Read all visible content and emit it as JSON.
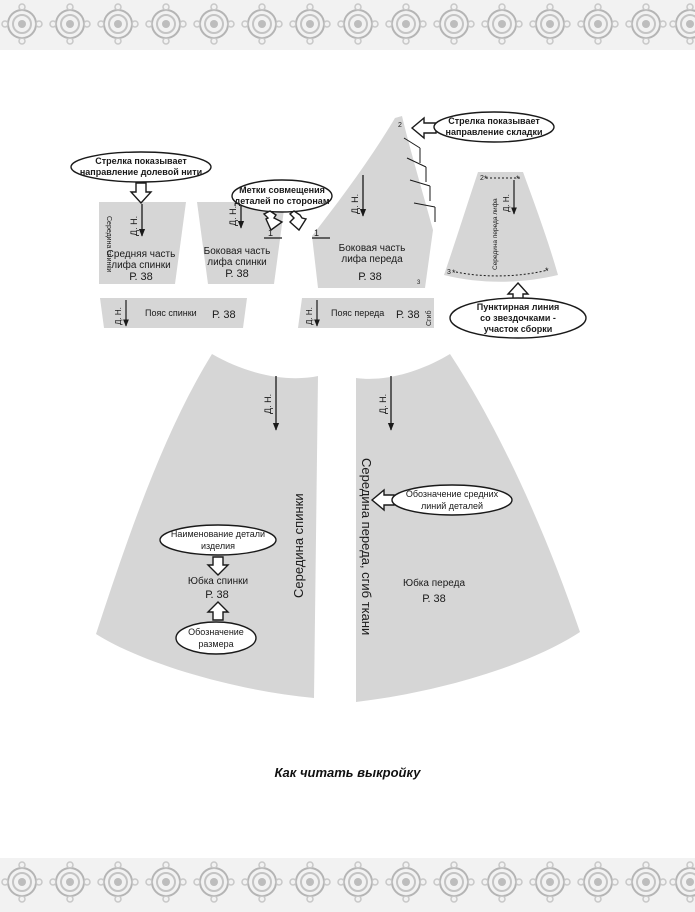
{
  "pieces": {
    "back_center": {
      "side_label": "Середина спинки",
      "grain": "Д. Н.",
      "name_line1": "Средняя часть",
      "name_line2": "лифа спинки",
      "size": "Р. 38"
    },
    "back_side": {
      "grain": "Д. Н.",
      "notch": "1",
      "name_line1": "Боковая часть",
      "name_line2": "лифа спинки",
      "size": "Р. 38"
    },
    "front_side": {
      "notch": "1",
      "grain": "Д. Н.",
      "name_line1": "Боковая часть",
      "name_line2": "лифа переда",
      "size": "Р. 38",
      "mark2": "2",
      "mark3": "3"
    },
    "front_center": {
      "mark2": "2",
      "grain": "Д. Н.",
      "side_label": "Середина переда лифа",
      "mark3": "3"
    },
    "waist_back": {
      "grain": "Д. Н.",
      "name": "Пояс спинки",
      "size": "Р. 38"
    },
    "waist_front": {
      "grain": "Д. Н.",
      "name": "Пояс переда",
      "size": "Р. 38",
      "fold": "Сгиб"
    },
    "skirt_back": {
      "grain": "Д. Н.",
      "side_label": "Середина спинки",
      "name": "Юбка спинки",
      "size": "Р. 38"
    },
    "skirt_front": {
      "grain": "Д. Н.",
      "side_label": "Середина переда, сгиб ткани",
      "name": "Юбка переда",
      "size": "Р. 38"
    }
  },
  "annotations": {
    "pleat": {
      "line1": "Стрелка показывает",
      "line2": "направление складки"
    },
    "grain": {
      "line1": "Стрелка показывает",
      "line2": "направление долевой нити"
    },
    "notches": {
      "line1": "Метки совмещения",
      "line2": "деталей по сторонам"
    },
    "gather": {
      "line1": "Пунктирная линия",
      "line2": "со звездочками -",
      "line3": "участок сборки"
    },
    "center_lines": {
      "line1": "Обозначение средних",
      "line2": "линий деталей"
    },
    "piece_name": {
      "line1": "Наименование детали",
      "line2": "изделия"
    },
    "size": {
      "line1": "Обозначение",
      "line2": "размера"
    }
  },
  "caption": "Как читать выкройку",
  "colors": {
    "piece_fill": "#d6d6d6",
    "line": "#1a1a1a",
    "border_pattern": "#bdbdbd"
  }
}
